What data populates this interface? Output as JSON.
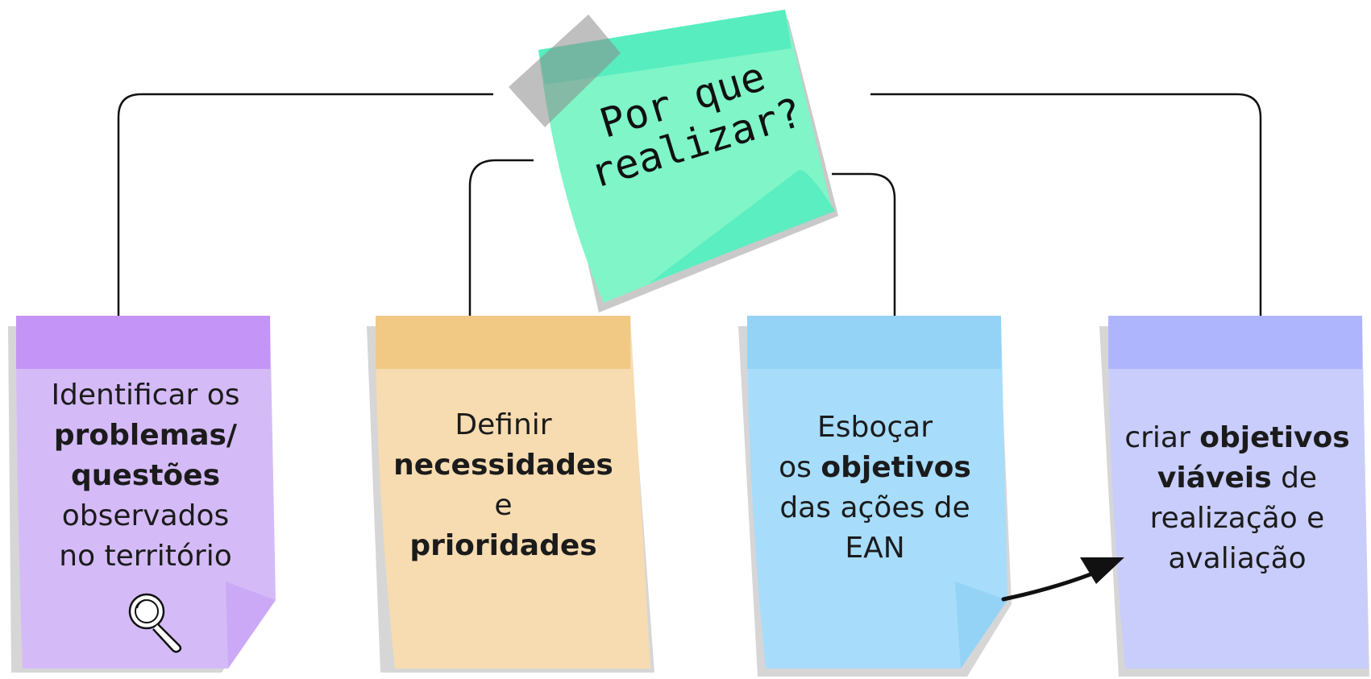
{
  "title": {
    "line1": "Por que",
    "line2": "realizar?",
    "color": "#7ff5c8",
    "band_color": "#57edbf"
  },
  "notes": [
    {
      "id": "purple",
      "color": "#d4bbf7",
      "band_color": "#c494f6",
      "icon": "magnifier-icon",
      "lines": [
        {
          "plain": "Identificar os",
          "bold": ""
        },
        {
          "plain": "",
          "bold": "problemas/"
        },
        {
          "plain": "",
          "bold": "questões"
        },
        {
          "plain": "observados",
          "bold": ""
        },
        {
          "plain": "no território",
          "bold": ""
        }
      ]
    },
    {
      "id": "orange",
      "color": "#f7dcb1",
      "band_color": "#f1c985",
      "lines": [
        {
          "plain": "Definir",
          "bold": ""
        },
        {
          "plain": "",
          "bold": "necessidades"
        },
        {
          "plain": "e",
          "bold": ""
        },
        {
          "plain": "",
          "bold": "prioridades"
        }
      ]
    },
    {
      "id": "blue",
      "color": "#a7dcfb",
      "band_color": "#94d3f6",
      "lines": [
        {
          "plain": "Esboçar",
          "bold": ""
        },
        {
          "plain": "os ",
          "bold": "objetivos"
        },
        {
          "plain": "das ações de",
          "bold": ""
        },
        {
          "plain": "EAN",
          "bold": ""
        }
      ]
    },
    {
      "id": "lavender",
      "color": "#c8cdfc",
      "band_color": "#afb5fc",
      "lines": [
        {
          "plain": "criar ",
          "bold": "objetivos"
        },
        {
          "plain": "",
          "bold": "viáveis",
          "after": " de"
        },
        {
          "plain": "realização e",
          "bold": ""
        },
        {
          "plain": "avaliação",
          "bold": ""
        }
      ]
    }
  ]
}
